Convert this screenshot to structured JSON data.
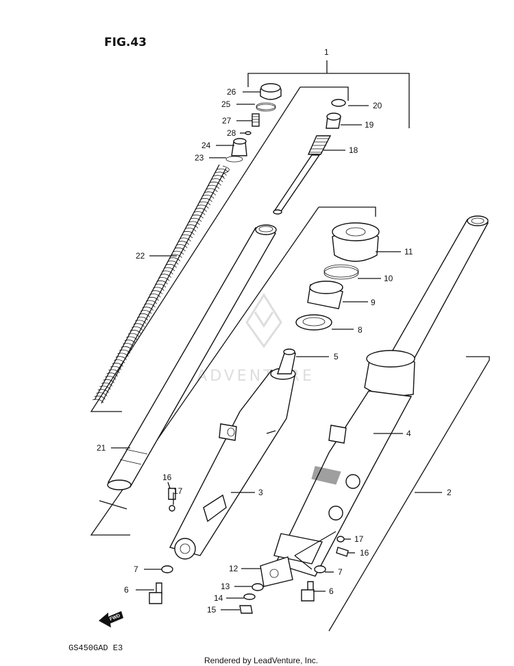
{
  "figure": {
    "title": "FIG.43",
    "model": "GS450GAD E3"
  },
  "footer": "Rendered by LeadVenture, Inc.",
  "watermark": "LEADVENTURE",
  "direction_arrow": "FWD",
  "callouts": [
    {
      "id": "c1",
      "num": "1"
    },
    {
      "id": "c2",
      "num": "2"
    },
    {
      "id": "c3",
      "num": "3"
    },
    {
      "id": "c4",
      "num": "4"
    },
    {
      "id": "c5",
      "num": "5"
    },
    {
      "id": "c6a",
      "num": "6"
    },
    {
      "id": "c6b",
      "num": "6"
    },
    {
      "id": "c7a",
      "num": "7"
    },
    {
      "id": "c7b",
      "num": "7"
    },
    {
      "id": "c8",
      "num": "8"
    },
    {
      "id": "c9",
      "num": "9"
    },
    {
      "id": "c10",
      "num": "10"
    },
    {
      "id": "c11",
      "num": "11"
    },
    {
      "id": "c12",
      "num": "12"
    },
    {
      "id": "c13",
      "num": "13"
    },
    {
      "id": "c14",
      "num": "14"
    },
    {
      "id": "c15",
      "num": "15"
    },
    {
      "id": "c16a",
      "num": "16"
    },
    {
      "id": "c16b",
      "num": "16"
    },
    {
      "id": "c17a",
      "num": "17"
    },
    {
      "id": "c17b",
      "num": "17"
    },
    {
      "id": "c18",
      "num": "18"
    },
    {
      "id": "c19",
      "num": "19"
    },
    {
      "id": "c20",
      "num": "20"
    },
    {
      "id": "c21",
      "num": "21"
    },
    {
      "id": "c22",
      "num": "22"
    },
    {
      "id": "c23",
      "num": "23"
    },
    {
      "id": "c24",
      "num": "24"
    },
    {
      "id": "c25",
      "num": "25"
    },
    {
      "id": "c26",
      "num": "26"
    },
    {
      "id": "c27",
      "num": "27"
    },
    {
      "id": "c28",
      "num": "28"
    }
  ]
}
